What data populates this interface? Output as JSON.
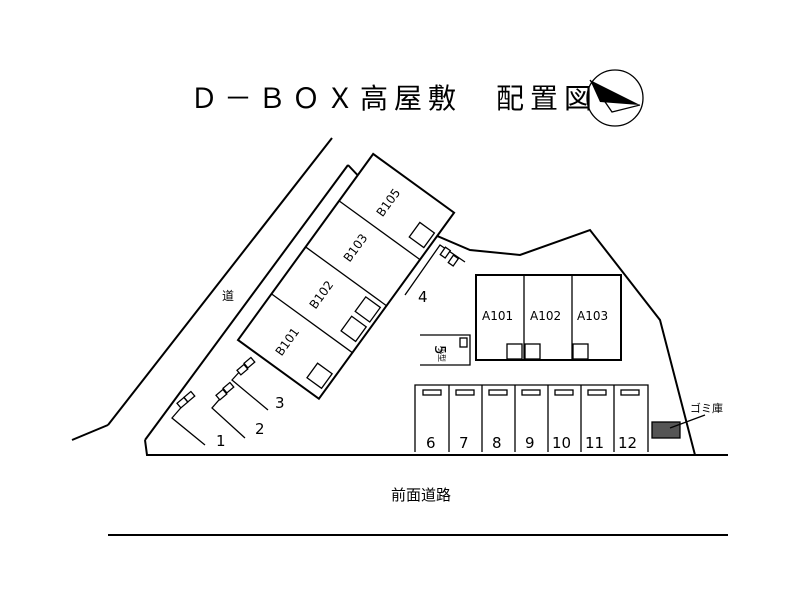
{
  "title": "Ｄ－ＢＯＸ高屋敷　配置図",
  "labels": {
    "side_road": "道",
    "front_road": "前面道路",
    "garbage": "ゴミ庫",
    "small_parking": "小型"
  },
  "units_b": [
    "B101",
    "B102",
    "B103",
    "B105"
  ],
  "units_a": [
    "A101",
    "A102",
    "A103"
  ],
  "parking_left": [
    "1",
    "2",
    "3",
    "4",
    "5"
  ],
  "parking_bottom": [
    "6",
    "7",
    "8",
    "9",
    "10",
    "11",
    "12"
  ],
  "colors": {
    "garbage_fill": "#555555",
    "line": "#000000"
  },
  "icons": {
    "compass": "north-arrow-icon"
  }
}
